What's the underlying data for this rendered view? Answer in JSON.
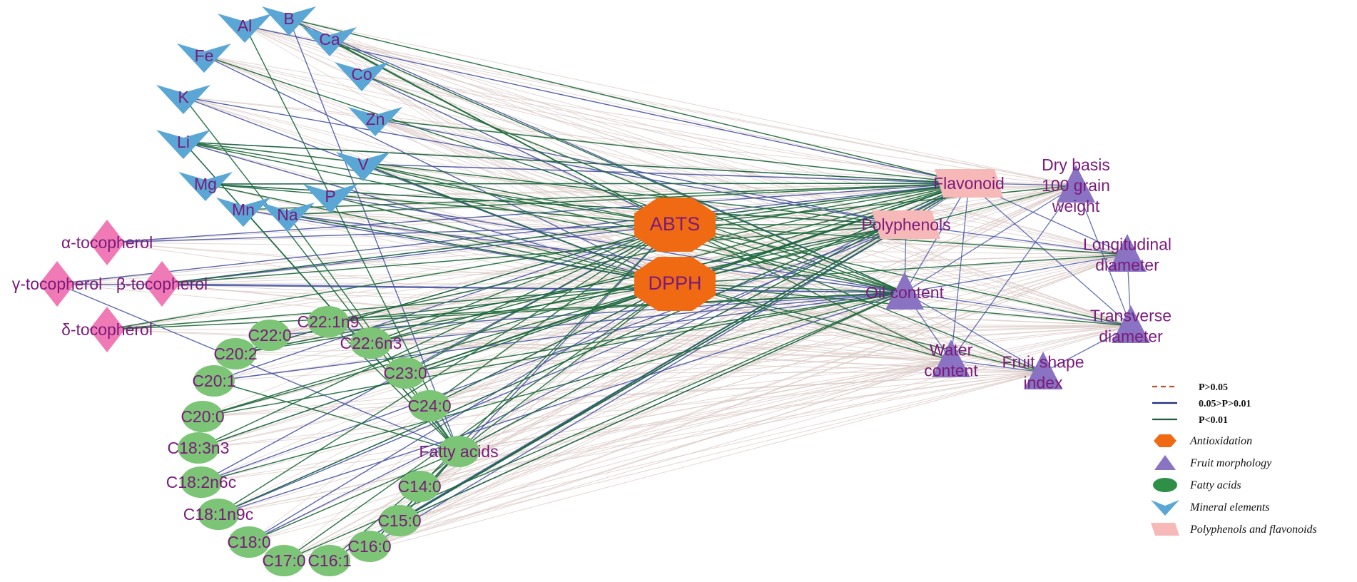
{
  "colors": {
    "edge_ns": "#d8c6c0",
    "edge_mid": "#3f4fa3",
    "edge_sig": "#1e6b3c",
    "legend_ns": "#b4532a",
    "legend_mid": "#1f2f7a",
    "legend_sig": "#1e5c38",
    "antioxidation": "#f06a14",
    "fruit": "#8a73c2",
    "fatty": "#7cc576",
    "mineral": "#5aa7d6",
    "poly": "#f7b8b8",
    "tocopherol": "#f07ab5",
    "label": "#7b1a7a"
  },
  "legend": {
    "lines": [
      {
        "label": "P>0.05",
        "style": "ns"
      },
      {
        "label": "0.05>P>0.01",
        "style": "mid"
      },
      {
        "label": "P<0.01",
        "style": "sig"
      }
    ],
    "shapes": [
      {
        "label": "Antioxidation",
        "shape": "octagon"
      },
      {
        "label": "Fruit morphology",
        "shape": "triangle"
      },
      {
        "label": "Fatty acids",
        "shape": "ellipse"
      },
      {
        "label": "Mineral elements",
        "shape": "vee"
      },
      {
        "label": "Polyphenols and flavonoids",
        "shape": "parallelogram"
      }
    ]
  },
  "nodes": {
    "minerals": [
      "Al",
      "B",
      "Ca",
      "Fe",
      "Co",
      "K",
      "Zn",
      "Li",
      "V",
      "Mg",
      "P",
      "Mn",
      "Na"
    ],
    "tocopherols": [
      "α-tocopherol",
      "γ-tocopherol",
      "β-tocopherol",
      "δ-tocopherol"
    ],
    "fatty_acids": [
      "C22:1n9",
      "C22:0",
      "C22:6n3",
      "C20:2",
      "C20:1",
      "C23:0",
      "C24:0",
      "C20:0",
      "C18:3n3",
      "Fatty acids",
      "C18:2n6c",
      "C14:0",
      "C18:1n9c",
      "C15:0",
      "C18:0",
      "C16:0",
      "C17:0",
      "C16:1"
    ],
    "antioxidation": [
      "ABTS",
      "DPPH"
    ],
    "polyphenols": [
      "Flavonoid",
      "Polyphenols"
    ],
    "fruit": [
      "Dry basis 100 grain weight",
      "Longitudinal diameter",
      "Transverse diameter",
      "Oil content",
      "Water content",
      "Fruit shape index"
    ]
  },
  "fruit_label_lines": {
    "Dry basis 100 grain weight": [
      "Dry basis",
      "100 grain",
      "weight"
    ],
    "Longitudinal diameter": [
      "Longitudinal",
      "diameter"
    ],
    "Transverse diameter": [
      "Transverse",
      "diameter"
    ],
    "Oil content": [
      "Oil content"
    ],
    "Water content": [
      "Water",
      "content"
    ],
    "Fruit shape index": [
      "Fruit shape",
      "index"
    ]
  }
}
